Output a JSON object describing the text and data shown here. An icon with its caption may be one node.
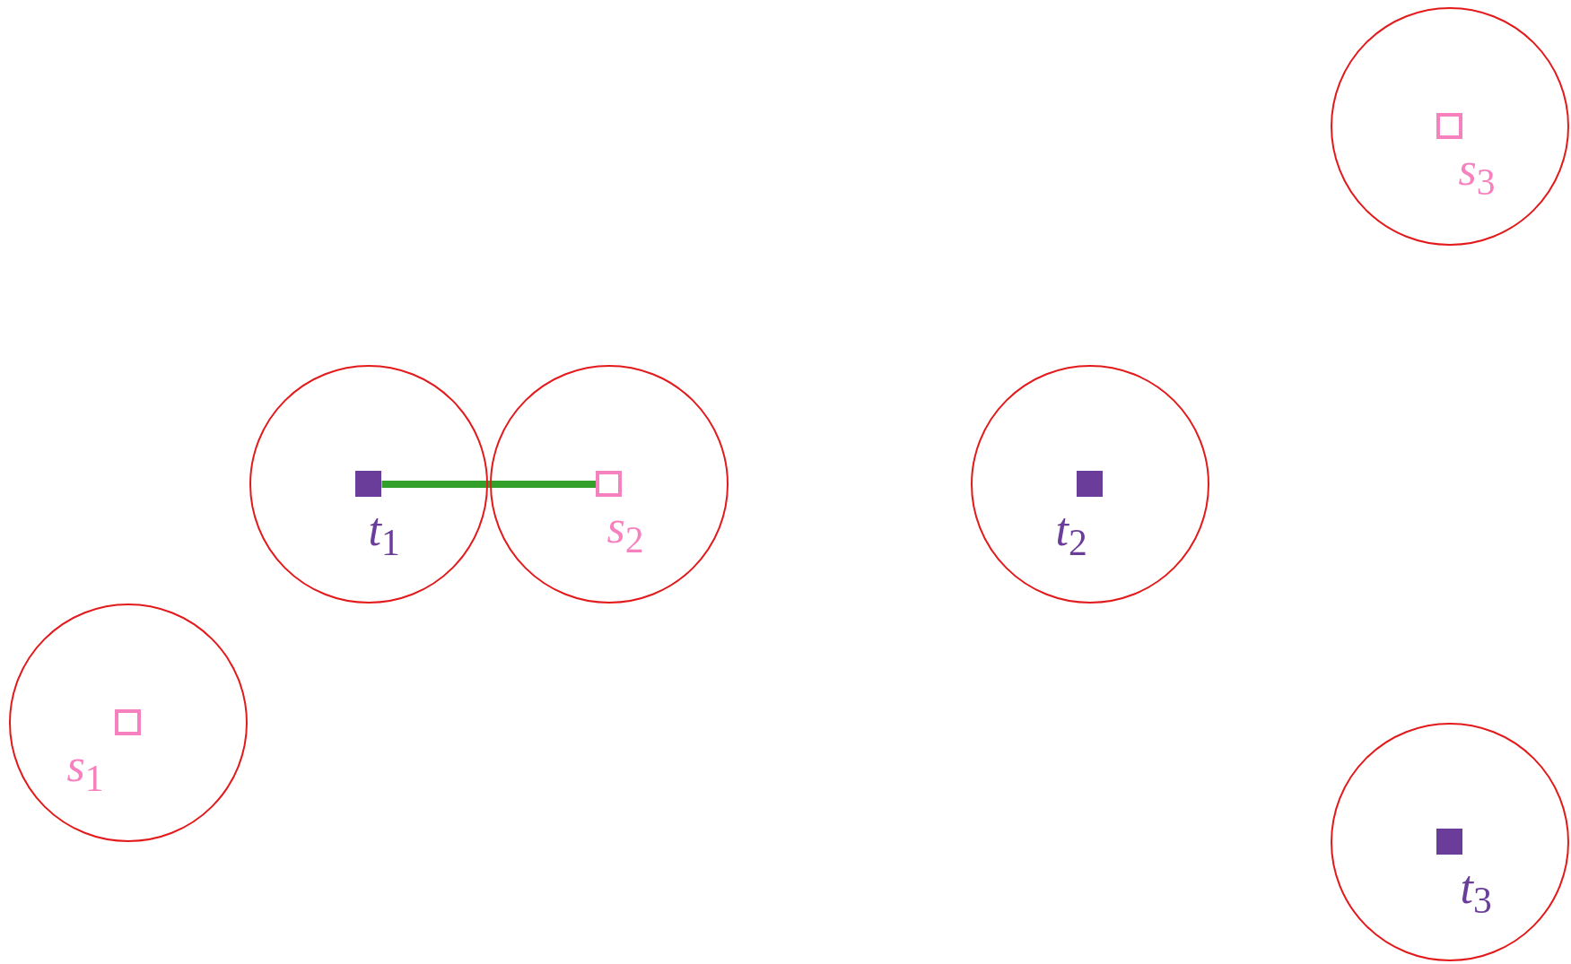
{
  "diagram": {
    "nodes": [
      {
        "text": [],
        "shape": "circle"
      },
      {
        "text": [],
        "shape": "box",
        "in": 0,
        "beside": [
          "*s*$_{3}$"
        ]
      },
      {
        "text": [],
        "shape": "circle"
      },
      {
        "text": [],
        "shape": "box",
        "in": 2,
        "beside": [
          "*t*$_{1}$"
        ]
      },
      {
        "text": [],
        "shape": "circle"
      },
      {
        "text": [],
        "shape": "box",
        "in": 4,
        "beside": [
          "*s*$_{2}$"
        ]
      },
      {
        "text": [],
        "shape": "circle"
      },
      {
        "text": [],
        "shape": "box",
        "in": 6,
        "beside": [
          "*t*$_{2}$"
        ]
      },
      {
        "text": [],
        "shape": "circle"
      },
      {
        "text": [],
        "shape": "box",
        "in": 8,
        "beside": [
          "*s*$_{1}$"
        ]
      },
      {
        "text": [],
        "shape": "circle"
      },
      {
        "text": [],
        "shape": "box",
        "in": 10,
        "beside": [
          "*t*$_{3}$"
        ]
      }
    ],
    "edges": [
      {
        "from": 3,
        "to": 5,
        "arrow": "none",
        "color": "#33a02c"
      }
    ]
  }
}
